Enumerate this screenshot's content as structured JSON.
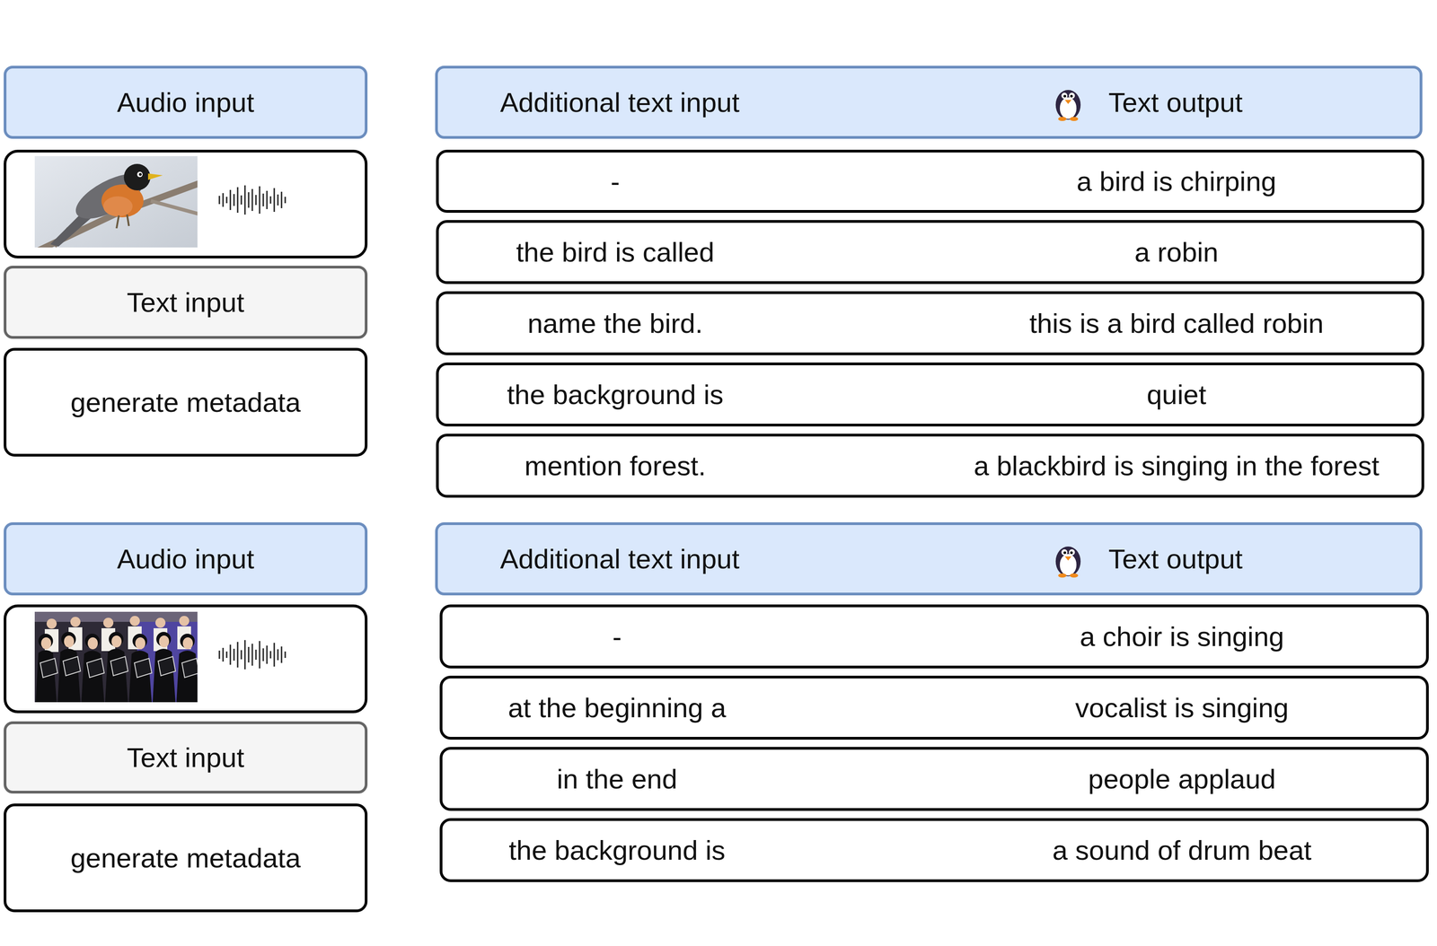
{
  "diagram": {
    "nodes": [
      {
        "text": [
          "Audio input"
        ]
      },
      {
        "text": [
          "Text input"
        ]
      },
      {
        "text": [
          "generate metadata"
        ]
      },
      {
        "text": [
          "Additional text input",
          "Text output"
        ]
      },
      {
        "text": [
          "-",
          "a bird is chirping"
        ]
      },
      {
        "text": [
          "the bird is called",
          "a robin"
        ]
      },
      {
        "text": [
          "name the bird.",
          "this is a bird called robin"
        ]
      },
      {
        "text": [
          "the background is",
          "quiet"
        ]
      },
      {
        "text": [
          "mention forest.",
          "a blackbird is singing in the forest"
        ]
      },
      {
        "text": [
          "Audio input"
        ]
      },
      {
        "text": [
          "Text input"
        ]
      },
      {
        "text": [
          "generate metadata"
        ]
      },
      {
        "text": [
          "Additional text input",
          "Text output"
        ]
      },
      {
        "text": [
          "-",
          "a choir is singing"
        ]
      },
      {
        "text": [
          "at the beginning a",
          "vocalist is singing"
        ]
      },
      {
        "text": [
          "in the end",
          "people applaud"
        ]
      },
      {
        "text": [
          "the background is",
          "a sound of drum beat"
        ]
      }
    ]
  }
}
